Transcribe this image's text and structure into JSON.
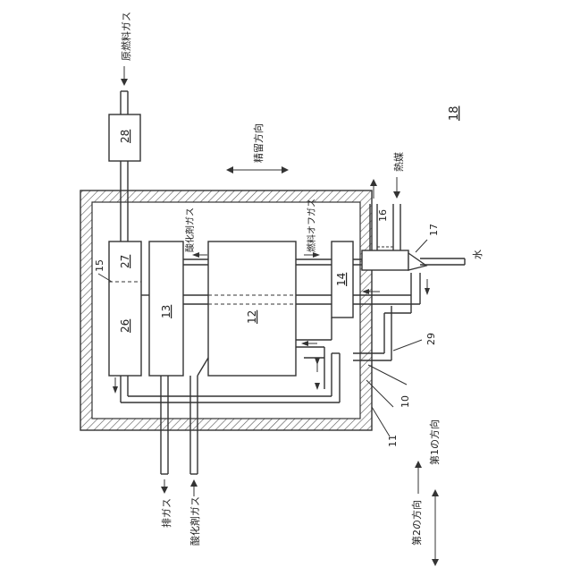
{
  "figure_number": "18",
  "blocks": {
    "b10": "10",
    "b11": "11",
    "b12": "12",
    "b13": "13",
    "b14": "14",
    "b15": "15",
    "b16": "16",
    "b17": "17",
    "b26": "26",
    "b27": "27",
    "b28": "28",
    "b29": "29"
  },
  "labels": {
    "raw_fuel_gas": "原燃料ガス",
    "distillation_direction": "精留方向",
    "heat_medium": "熱媒",
    "oxidant_gas_inner": "酸化剤ガス",
    "fuel_off_gas": "燃料オフガス",
    "water": "水",
    "exhaust_gas": "排ガス",
    "oxidant_gas_in": "酸化剤ガス",
    "first_direction": "第1の方向",
    "second_direction": "第2の方向"
  }
}
